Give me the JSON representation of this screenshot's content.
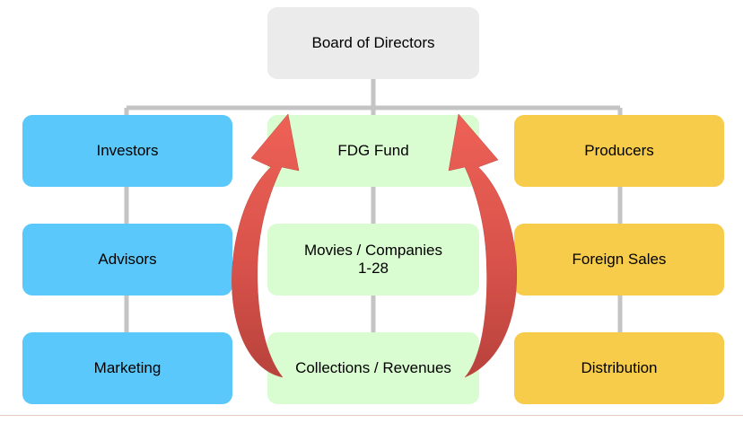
{
  "board": {
    "label": "Board of Directors"
  },
  "left_column": {
    "items": [
      {
        "label": "Investors"
      },
      {
        "label": "Advisors"
      },
      {
        "label": "Marketing"
      }
    ]
  },
  "center_column": {
    "items": [
      {
        "label": "FDG Fund"
      },
      {
        "label": "Movies / Companies\n1-28"
      },
      {
        "label": "Collections / Revenues"
      }
    ]
  },
  "right_column": {
    "items": [
      {
        "label": "Producers"
      },
      {
        "label": "Foreign Sales"
      },
      {
        "label": "Distribution"
      }
    ]
  },
  "colors": {
    "left_boxes": "#5ac8fa",
    "center_boxes": "#d9fcd0",
    "right_boxes": "#f6cc4a",
    "board_box": "#ebebeb",
    "connectors": "#c4c4c4",
    "arrows": "#e65b52"
  }
}
